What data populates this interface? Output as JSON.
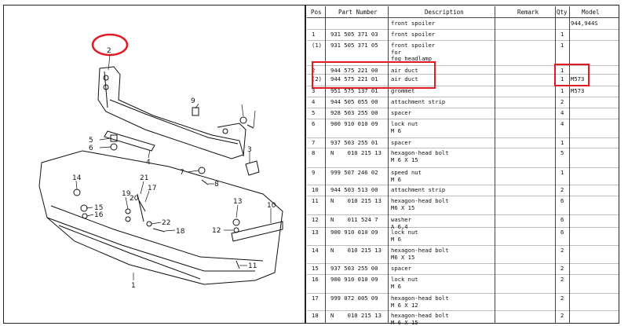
{
  "headers": {
    "pos": "Pos",
    "part": "Part Number",
    "desc": "Description",
    "remark": "Remark",
    "qty": "Qty",
    "model": "Model"
  },
  "rows": [
    {
      "pos": "",
      "part": "",
      "desc": "front spoiler",
      "qty": "",
      "model": "944,944S"
    },
    {
      "pos": "1",
      "part": "931 505 371 03",
      "desc": "front spoiler",
      "qty": "1",
      "model": ""
    },
    {
      "pos": "(1)",
      "part": "931 505 371 05",
      "desc": "front spoiler\nfor\nfog headlamp",
      "qty": "1",
      "model": ""
    },
    {
      "pos": "2",
      "part": "944 575 221 00",
      "desc": "air duct",
      "qty": "1",
      "model": ""
    },
    {
      "pos": "(2)",
      "part": "944 575 221 01",
      "desc": "air duct",
      "qty": "1",
      "model": "M573"
    },
    {
      "pos": "3",
      "part": "951 575 137 01",
      "desc": "grommet",
      "qty": "1",
      "model": "M573"
    },
    {
      "pos": "4",
      "part": "944 505 055 00",
      "desc": "attachment strip",
      "qty": "2",
      "model": ""
    },
    {
      "pos": "5",
      "part": "928 503 255 00",
      "desc": "spacer",
      "qty": "4",
      "model": ""
    },
    {
      "pos": "6",
      "part": "900 910 010 09",
      "desc": "lock nut\nM 6",
      "qty": "4",
      "model": ""
    },
    {
      "pos": "7",
      "part": "937 503 255 01",
      "desc": "spacer",
      "qty": "1",
      "model": ""
    },
    {
      "pos": "8",
      "part": "N    010 215 13",
      "desc": "hexagon-head bolt\nM 6 X 15",
      "qty": "5",
      "model": ""
    },
    {
      "pos": "9",
      "part": "999 507 246 02",
      "desc": "speed nut\nM 6",
      "qty": "1",
      "model": ""
    },
    {
      "pos": "10",
      "part": "944 503 513 00",
      "desc": "attachment strip",
      "qty": "2",
      "model": ""
    },
    {
      "pos": "11",
      "part": "N    010 215 13",
      "desc": "hexagon-head bolt\nM6 X 15",
      "qty": "6",
      "model": ""
    },
    {
      "pos": "12",
      "part": "N    011 524 7",
      "desc": "washer\nA 6,4",
      "qty": "6",
      "model": ""
    },
    {
      "pos": "13",
      "part": "900 910 010 09",
      "desc": "lock nut\nM 6",
      "qty": "6",
      "model": ""
    },
    {
      "pos": "14",
      "part": "N    010 215 13",
      "desc": "hexagon-head bolt\nM6 X 15",
      "qty": "2",
      "model": ""
    },
    {
      "pos": "15",
      "part": "937 503 255 00",
      "desc": "spacer",
      "qty": "2",
      "model": ""
    },
    {
      "pos": "16",
      "part": "900 910 010 09",
      "desc": "lock nut\nM 6",
      "qty": "2",
      "model": ""
    },
    {
      "pos": "17",
      "part": "999 072 005 09",
      "desc": "hexagon-head bolt\nM 6 X 12",
      "qty": "2",
      "model": ""
    },
    {
      "pos": "18",
      "part": "N    010 215 13",
      "desc": "hexagon-head bolt\nM 6 X 15",
      "qty": "2",
      "model": ""
    }
  ],
  "callouts": [
    "1",
    "2",
    "3",
    "4",
    "5",
    "6",
    "7",
    "8",
    "9",
    "10",
    "11",
    "12",
    "13",
    "14",
    "15",
    "16",
    "17",
    "18",
    "19",
    "20",
    "21",
    "22"
  ],
  "highlight_color": "#e01b24"
}
